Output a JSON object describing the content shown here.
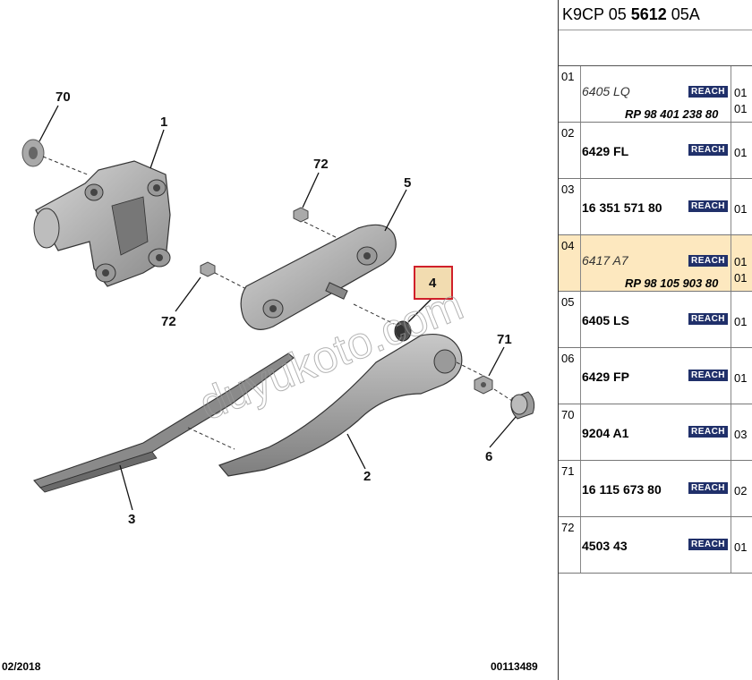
{
  "header": {
    "prefix": "K9CP 05 ",
    "bold": "5612",
    "suffix": " 05A"
  },
  "footer": {
    "date": "02/2018",
    "ref": "00113489"
  },
  "watermark": "duyukoto.com",
  "callouts": [
    "70",
    "1",
    "72",
    "5",
    "4",
    "72",
    "71",
    "2",
    "3",
    "6"
  ],
  "highlighted_callout": "4",
  "rows": [
    {
      "num": "01",
      "code": "6405 LQ",
      "italic": true,
      "rp": "RP 98 401 238 80",
      "reach": "REACH",
      "qty": "01",
      "qty2": "01",
      "highlight": false
    },
    {
      "num": "02",
      "code": "6429 FL",
      "italic": false,
      "rp": "",
      "reach": "REACH",
      "qty": "01",
      "qty2": "",
      "highlight": false
    },
    {
      "num": "03",
      "code": "16 351 571 80",
      "italic": false,
      "rp": "",
      "reach": "REACH",
      "qty": "01",
      "qty2": "",
      "highlight": false
    },
    {
      "num": "04",
      "code": "6417 A7",
      "italic": true,
      "rp": "RP 98 105 903 80",
      "reach": "REACH",
      "qty": "01",
      "qty2": "01",
      "highlight": true
    },
    {
      "num": "05",
      "code": "6405 LS",
      "italic": false,
      "rp": "",
      "reach": "REACH",
      "qty": "01",
      "qty2": "",
      "highlight": false
    },
    {
      "num": "06",
      "code": "6429 FP",
      "italic": false,
      "rp": "",
      "reach": "REACH",
      "qty": "01",
      "qty2": "",
      "highlight": false
    },
    {
      "num": "70",
      "code": "9204 A1",
      "italic": false,
      "rp": "",
      "reach": "REACH",
      "qty": "03",
      "qty2": "",
      "highlight": false
    },
    {
      "num": "71",
      "code": "16 115 673 80",
      "italic": false,
      "rp": "",
      "reach": "REACH",
      "qty": "02",
      "qty2": "",
      "highlight": false
    },
    {
      "num": "72",
      "code": "4503 43",
      "italic": false,
      "rp": "",
      "reach": "REACH",
      "qty": "01",
      "qty2": "",
      "highlight": false
    }
  ],
  "colors": {
    "highlight_row": "#fde8bf",
    "callout_box": "#d0202a",
    "reach_badge": "#20306a"
  }
}
